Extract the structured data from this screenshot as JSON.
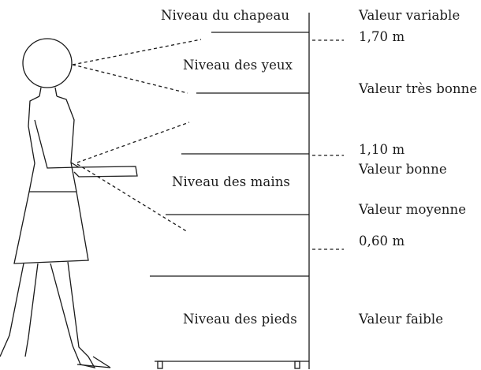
{
  "levels": {
    "hat": "Niveau du chapeau",
    "eyes": "Niveau des yeux",
    "hands": "Niveau des mains",
    "feet": "Niveau des pieds"
  },
  "heights": {
    "h170": "1,70 m",
    "h110": "1,10 m",
    "h060": "0,60 m"
  },
  "values": {
    "variable": "Valeur variable",
    "very_good": "Valeur très bonne",
    "good": "Valeur bonne",
    "medium": "Valeur moyenne",
    "low": "Valeur faible"
  }
}
